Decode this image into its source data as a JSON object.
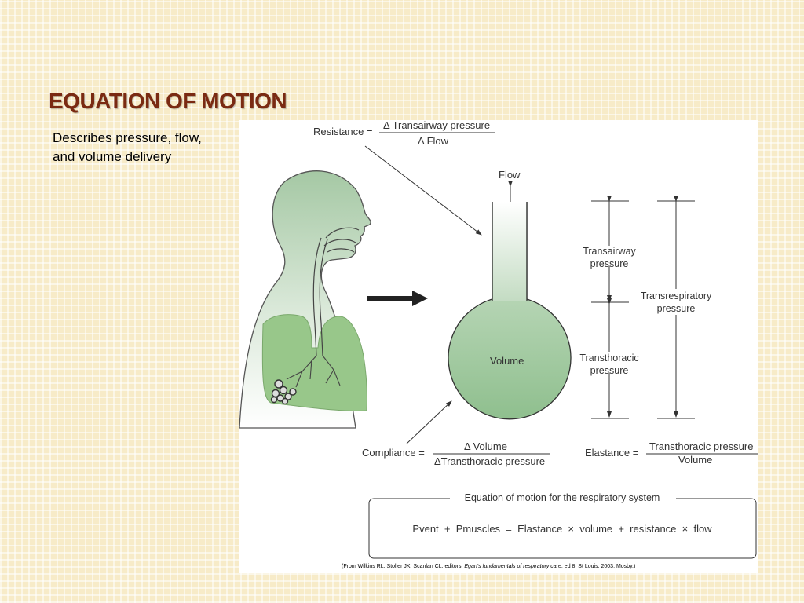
{
  "slide": {
    "title": "EQUATION OF MOTION",
    "subtitle_line1": "Describes pressure, flow,",
    "subtitle_line2": "and volume delivery"
  },
  "figure": {
    "resistance_label": "Resistance =",
    "resistance_numerator": "Δ Transairway pressure",
    "resistance_denominator": "Δ Flow",
    "flow_label": "Flow",
    "volume_label": "Volume",
    "transairway_line1": "Transairway",
    "transairway_line2": "pressure",
    "transrespiratory_line1": "Transrespiratory",
    "transrespiratory_line2": "pressure",
    "transthoracic_line1": "Transthoracic",
    "transthoracic_line2": "pressure",
    "compliance_label": "Compliance =",
    "compliance_numerator": "Δ Volume",
    "compliance_denominator": "ΔTransthoracic pressure",
    "elastance_label": "Elastance =",
    "elastance_numerator": "Transthoracic pressure",
    "elastance_denominator": "Volume",
    "equation_box_title": "Equation of motion for the respiratory system",
    "equation": "Pvent  +  Pmuscles  =  Elastance  ×  volume  +  resistance  ×  flow",
    "citation_prefix": "(From Wilkins RL, Stoller JK, Scanlan CL, editors: ",
    "citation_title": "Egan's fundamentals of respiratory care",
    "citation_suffix": ", ed 8, St Louis, 2003, Mosby.)"
  },
  "colors": {
    "title": "#7a2a12",
    "lung_green": "#9cc98a",
    "body_green": "#a9c9a7",
    "balloon_green": "#8fbf8e"
  }
}
